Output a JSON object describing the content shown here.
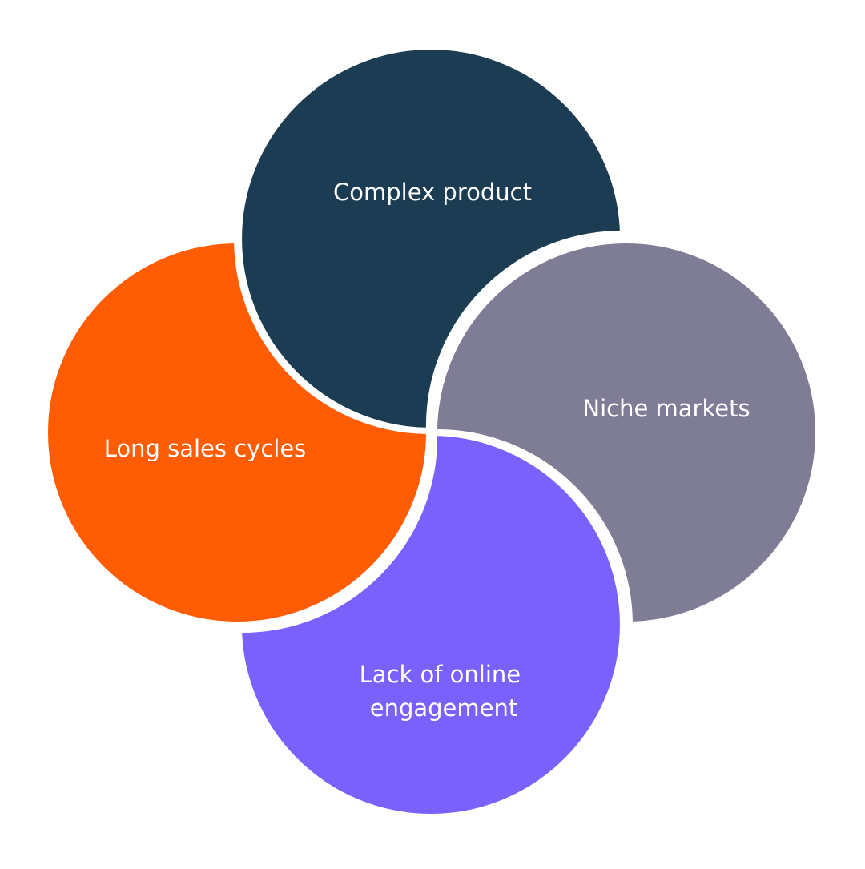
{
  "diagram": {
    "background": "#ffffff",
    "separator_color": "#ffffff",
    "petals": [
      {
        "id": "complex-product",
        "lines": [
          "Complex product"
        ],
        "color": "#1b3c52"
      },
      {
        "id": "long-sales-cycles",
        "lines": [
          "Long sales cycles"
        ],
        "color": "#ff5c03"
      },
      {
        "id": "niche-markets",
        "lines": [
          "Niche markets"
        ],
        "color": "#7e7d95"
      },
      {
        "id": "lack-of-online-engagement",
        "lines": [
          "Lack of online",
          "engagement"
        ],
        "color": "#7a61fb"
      }
    ]
  }
}
